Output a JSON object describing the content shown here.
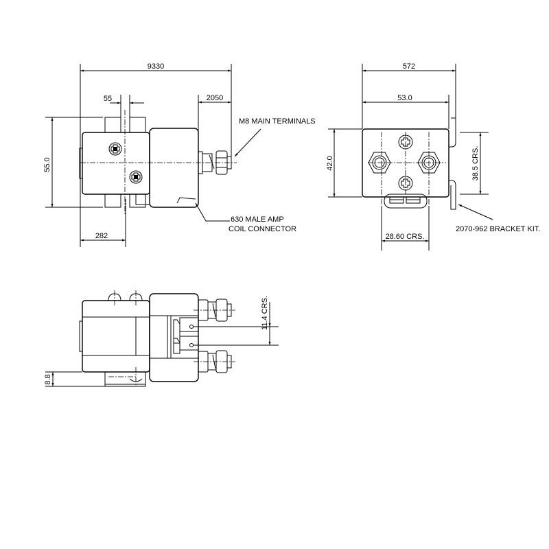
{
  "drawing": {
    "title": "Contactor dimensional drawing",
    "stroke_color": "#000000",
    "background": "#ffffff"
  },
  "side_view": {
    "dim_overall_length": "9330",
    "dim_bolt_gap": "55",
    "dim_terminal_length": "2050",
    "dim_height": "55.0",
    "dim_mount_offset": "282",
    "label_main_terminals": "M8 MAIN TERMINALS",
    "label_coil_connector_line1": "630 MALE AMP",
    "label_coil_connector_line2": "COIL CONNECTOR"
  },
  "end_view": {
    "dim_overall_width": "572",
    "dim_body_width": "53.0",
    "dim_height": "42.0",
    "dim_bracket_centers": "38.5 CRS.",
    "dim_terminal_centers": "28.60 CRS.",
    "label_bracket_kit": "2070-962 BRACKET KIT."
  },
  "top_view": {
    "dim_coil_centers": "11.4 CRS.",
    "dim_base_offset": "8.8"
  }
}
